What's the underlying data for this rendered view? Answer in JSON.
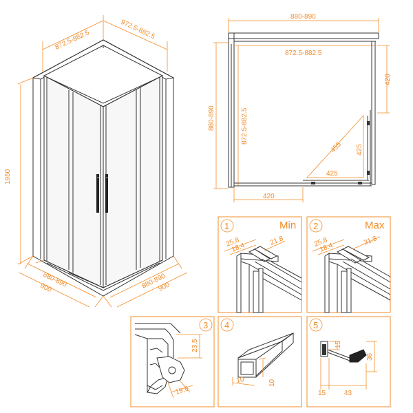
{
  "colors": {
    "accent": "#f28c28",
    "line": "#333333"
  },
  "perspective": {
    "top_left": "872.5-882.5",
    "top_right": "972.5-882.5",
    "height": "1950",
    "bottom_left_inner": "880-890",
    "bottom_left_outer": "900",
    "bottom_right_inner": "880-890",
    "bottom_right_outer": "900"
  },
  "plan": {
    "outer_width": "880-890",
    "inner_width": "872.5-882.5",
    "outer_height": "880-890",
    "inner_height": "872.5-882.5",
    "right_top": "420",
    "diag": "455",
    "tri_v": "425",
    "tri_h": "425",
    "bottom": "420"
  },
  "details": [
    {
      "num": "1",
      "label": "Min",
      "a": "25.8",
      "b": "18.4",
      "c": "21.8"
    },
    {
      "num": "2",
      "label": "Max",
      "a": "25.8",
      "b": "18.4",
      "c": "31.8"
    },
    {
      "num": "3",
      "a": "23.5",
      "b": "19.6"
    },
    {
      "num": "4",
      "a": "10",
      "b": "10"
    },
    {
      "num": "5",
      "a": "15",
      "b": "36",
      "c": "15",
      "d": "43"
    }
  ]
}
